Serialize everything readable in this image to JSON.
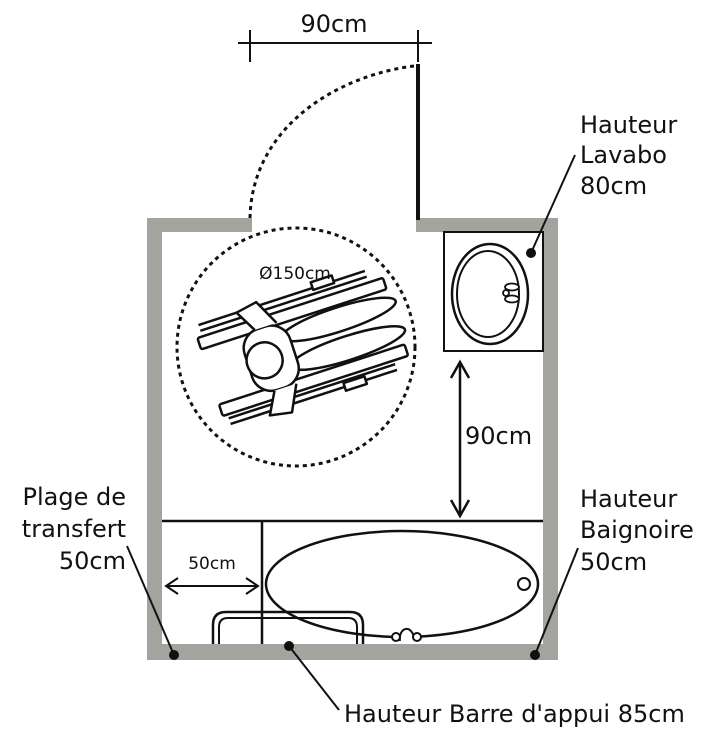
{
  "colors": {
    "wall": "#a4a49f",
    "ink": "#111111",
    "background": "#ffffff"
  },
  "door": {
    "width_label": "90cm"
  },
  "turning_circle": {
    "label": "Ø150cm"
  },
  "sink": {
    "label_line1": "Hauteur",
    "label_line2": "Lavabo",
    "label_line3": "80cm"
  },
  "clearance": {
    "label": "90cm"
  },
  "transfer": {
    "label_line1": "Plage de",
    "label_line2": "transfert",
    "label_line3": "50cm",
    "width_label": "50cm"
  },
  "bathtub": {
    "label_line1": "Hauteur",
    "label_line2": "Baignoire",
    "label_line3": "50cm"
  },
  "grab_bar": {
    "label": "Hauteur Barre d'appui 85cm"
  }
}
